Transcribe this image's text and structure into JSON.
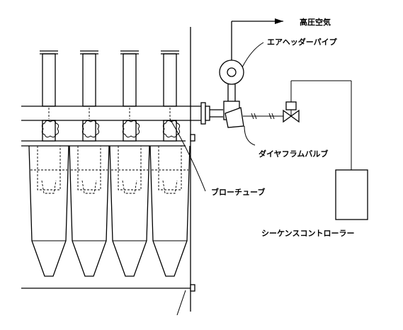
{
  "labels": {
    "high_pressure_air": "高圧空気",
    "air_header_pipe": "エアヘッダーパイプ",
    "diaphragm_valve": "ダイヤフラムバルブ",
    "blow_tube": "ブローチューブ",
    "sequence_controller": "シーケンスコントローラー"
  },
  "colors": {
    "line": "#000000",
    "background": "#ffffff"
  }
}
